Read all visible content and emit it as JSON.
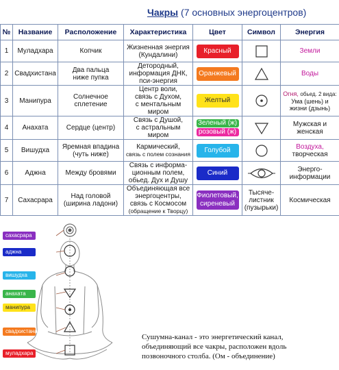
{
  "title": {
    "main": "Чакры",
    "sub": "(7 основных энергоцентров)"
  },
  "headers": {
    "num": "№",
    "name": "Название",
    "loc": "Расположение",
    "char": "Характеристика",
    "color": "Цвет",
    "symbol": "Символ",
    "energy": "Энергия"
  },
  "rows": [
    {
      "num": "1",
      "name": "Муладхара",
      "loc1": "Копчик",
      "loc2": "",
      "char1": "Жизненная энергия",
      "char2": "(Кундалини)",
      "char3": "",
      "color1": "Красный",
      "symbol": "square",
      "energy": "Земли"
    },
    {
      "num": "2",
      "name": "Свадхистана",
      "loc1": "Два пальца",
      "loc2": "ниже пупка",
      "char1": "Детородный,",
      "char2": "информация ДНК,",
      "char3": "пси-энергия",
      "color1": "Оранжевый",
      "symbol": "triangle-up",
      "energy": "Воды"
    },
    {
      "num": "3",
      "name": "Манипура",
      "loc1": "Солнечное",
      "loc2": "сплетение",
      "char1": "Центр воли,",
      "char2": "связь с Духом,",
      "char3": "с ментальным миром",
      "color1": "Желтый",
      "symbol": "circle-dot",
      "energy1": "Огня,",
      "energy2": "обьед. 2 вида:",
      "energy3": "Ума (шень) и",
      "energy4": "жизни (дзынь)"
    },
    {
      "num": "4",
      "name": "Анахата",
      "loc1": "Сердце (центр)",
      "loc2": "",
      "char1": "Связь с Душой,",
      "char2": "с астральным миром",
      "char3": "",
      "color1": "Зеленый (ж)",
      "color2": "розовый (ж)",
      "symbol": "triangle-down",
      "energy1": "Мужская и",
      "energy2": "женская"
    },
    {
      "num": "5",
      "name": "Вишудха",
      "loc1": "Яремная впадина",
      "loc2": "(чуть ниже)",
      "char1": "Кармический,",
      "char2": "связь с полем сознания",
      "char3": "",
      "color1": "Голубой",
      "symbol": "circle",
      "energy1": "Воздуха,",
      "energy2": "творческая"
    },
    {
      "num": "6",
      "name": "Аджна",
      "loc1": "Между бровями",
      "loc2": "",
      "char1": "Связь с информа-",
      "char2": "ционным полем,",
      "char3": "обьед. Дух и Душу",
      "color1": "Синий",
      "symbol": "eye",
      "energy1": "Энерго-",
      "energy2": "информации"
    },
    {
      "num": "7",
      "name": "Сахасрара",
      "loc1": "Над головой",
      "loc2": "(ширина ладони)",
      "char1": "Объединяющая все",
      "char2": "энергоцентры,",
      "char3": "связь с Космосом",
      "char4": "(обращение к Творцу)",
      "color1": "Фиолетовый,",
      "color2": "сиреневый",
      "symbol_text1": "Тысяче-",
      "symbol_text2": "листник",
      "symbol_text3": "(пузырьки)",
      "energy1": "Космическая"
    }
  ],
  "colors": {
    "red": "#e8202a",
    "orange": "#f47a1f",
    "yellow": "#ffe21a",
    "green": "#39b54a",
    "pink": "#ec2aa0",
    "lightblue": "#27b4ea",
    "blue": "#1a2bc8",
    "violet": "#8a2fc0",
    "border": "#7b8fb3"
  },
  "figure_labels": [
    "сахасрара",
    "аджна",
    "вишудха",
    "анахата",
    "манипура",
    "свадхистана",
    "муладхара"
  ],
  "caption": {
    "line1": "Сушумна-канал - это энергетический канал,",
    "line2": "объединяющий все чакры, расположен вдоль",
    "line3": "позвоночного столба. (Ом - объединение)"
  }
}
